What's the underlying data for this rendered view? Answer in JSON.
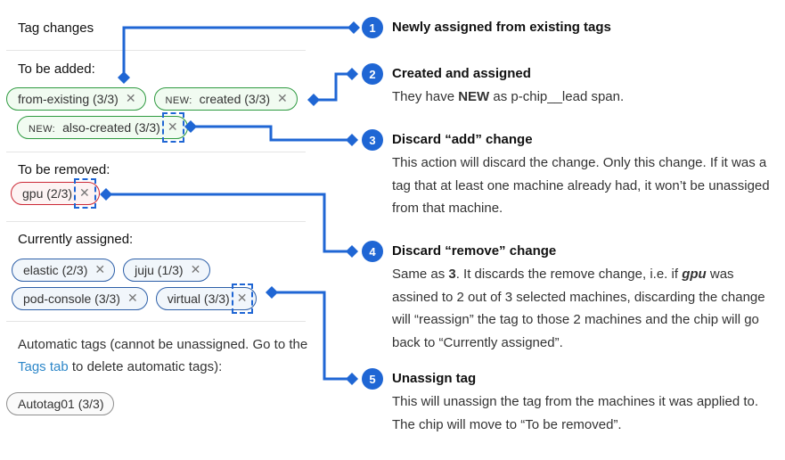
{
  "page": {
    "title": "Tag changes"
  },
  "ui": {
    "dismiss_icon": "✕"
  },
  "colors": {
    "accent_blue": "#1f66d4",
    "green_chip": "#2e9a40",
    "red_chip": "#cc2936",
    "blue_chip": "#2d5fa8",
    "link_blue": "#2d87c9"
  },
  "sections": {
    "added": {
      "label": "To be added:"
    },
    "removed": {
      "label": "To be removed:"
    },
    "assigned": {
      "label": "Currently assigned:"
    },
    "automatic": {
      "text_before_link": "Automatic tags (cannot be unassigned. Go to the ",
      "link_label": "Tags tab",
      "text_after_link": " to delete automatic tags):"
    }
  },
  "chips": {
    "added": [
      {
        "label": "from-existing (3/3)"
      },
      {
        "lead": "NEW:",
        "label": "created (3/3)"
      },
      {
        "lead": "NEW:",
        "label": "also-created (3/3)"
      }
    ],
    "removed": [
      {
        "label": "gpu (2/3)"
      }
    ],
    "assigned": [
      {
        "label": "elastic (2/3)"
      },
      {
        "label": "juju (1/3)"
      },
      {
        "label": "pod-console (3/3)"
      },
      {
        "label": "virtual (3/3)"
      }
    ],
    "automatic": [
      {
        "label": "Autotag01 (3/3)"
      }
    ]
  },
  "annotations": [
    {
      "num": "1",
      "title": "Newly assigned from existing tags"
    },
    {
      "num": "2",
      "title": "Created and assigned",
      "body_pre": "They have ",
      "body_bold": "NEW",
      "body_post": " as p-chip__lead span."
    },
    {
      "num": "3",
      "title": "Discard “add” change",
      "body": "This action will discard the change. Only this change. If it was a tag that at least one machine already had, it won’t be unassiged from that machine."
    },
    {
      "num": "4",
      "title": "Discard “remove” change",
      "body_p1": "Same as ",
      "body_bold_ref": "3",
      "body_p2": ". It discards the remove change, i.e. if ",
      "body_bold_italic": "gpu",
      "body_p3": " was assined to 2 out of 3 selected machines, discarding the change will “reassign” the tag to those 2 machines and the chip will go back to “Currently assigned”."
    },
    {
      "num": "5",
      "title": "Unassign tag",
      "body": "This will unassign the tag from the machines it was applied to. The chip will move to “To be removed”."
    }
  ]
}
